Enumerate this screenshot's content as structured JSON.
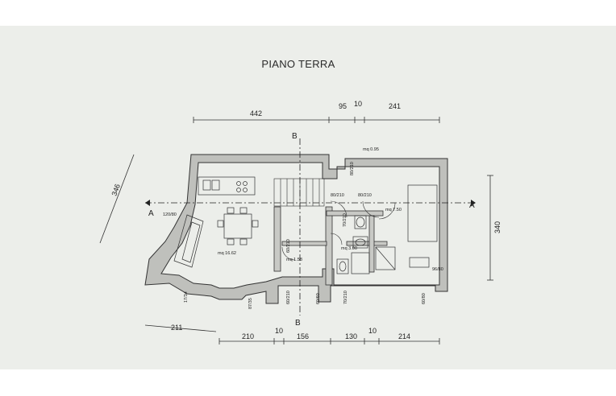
{
  "title": "PIANO TERRA",
  "dimensions": {
    "top": [
      "442",
      "95",
      "10",
      "241"
    ],
    "bottom": [
      "211",
      "210",
      "10",
      "156",
      "130",
      "10",
      "214"
    ],
    "left": "346",
    "right": "340"
  },
  "section_markers": {
    "a_left": "A",
    "a_right": "A",
    "b_top": "B",
    "b_bottom": "B"
  },
  "areas": [
    "mq 16.62",
    "mq 1.58",
    "mq 0.95",
    "mq 7.50",
    "mq 3.00"
  ],
  "openings": [
    "80/210",
    "80/210",
    "80/210",
    "70/210",
    "60/210",
    "60/210",
    "70/210",
    "60/80",
    "96/80",
    "60/60",
    "120/80",
    "17/34",
    "87/35"
  ]
}
